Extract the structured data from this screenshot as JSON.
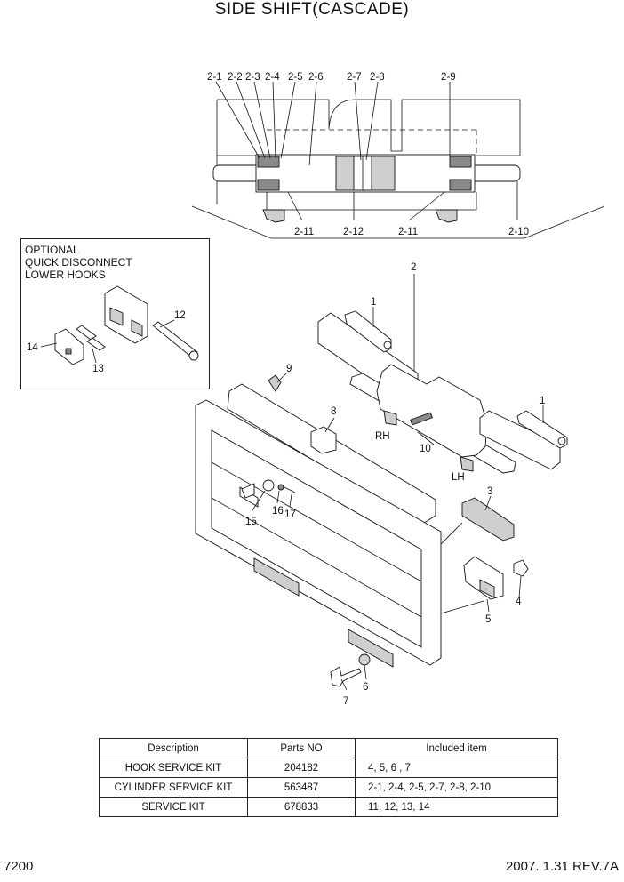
{
  "title": "SIDE SHIFT(CASCADE)",
  "optional_box": {
    "lines": [
      "OPTIONAL",
      "QUICK DISCONNECT",
      "LOWER HOOKS"
    ],
    "callouts": [
      "12",
      "13",
      "14"
    ]
  },
  "callouts": {
    "top": [
      "2-1",
      "2-2",
      "2-3",
      "2-4",
      "2-5",
      "2-6",
      "2-7",
      "2-8",
      "2-9"
    ],
    "cyl_bottom": [
      "2-11",
      "2-12",
      "2-11",
      "2-10"
    ],
    "main": [
      "2",
      "1",
      "1",
      "9",
      "8",
      "10",
      "3",
      "4",
      "5",
      "6",
      "7",
      "15",
      "16",
      "17"
    ],
    "rh": "RH",
    "lh": "LH"
  },
  "table": {
    "headers": [
      "Description",
      "Parts NO",
      "Included item"
    ],
    "rows": [
      {
        "description": "HOOK SERVICE KIT",
        "parts_no": "204182",
        "included": "4, 5, 6 , 7"
      },
      {
        "description": "CYLINDER SERVICE KIT",
        "parts_no": "563487",
        "included": "2-1, 2-4, 2-5, 2-7, 2-8, 2-10"
      },
      {
        "description": "SERVICE KIT",
        "parts_no": "678833",
        "included": "11, 12, 13, 14"
      }
    ]
  },
  "footer": {
    "page_number": "7200",
    "revision": "2007. 1.31  REV.7A"
  }
}
